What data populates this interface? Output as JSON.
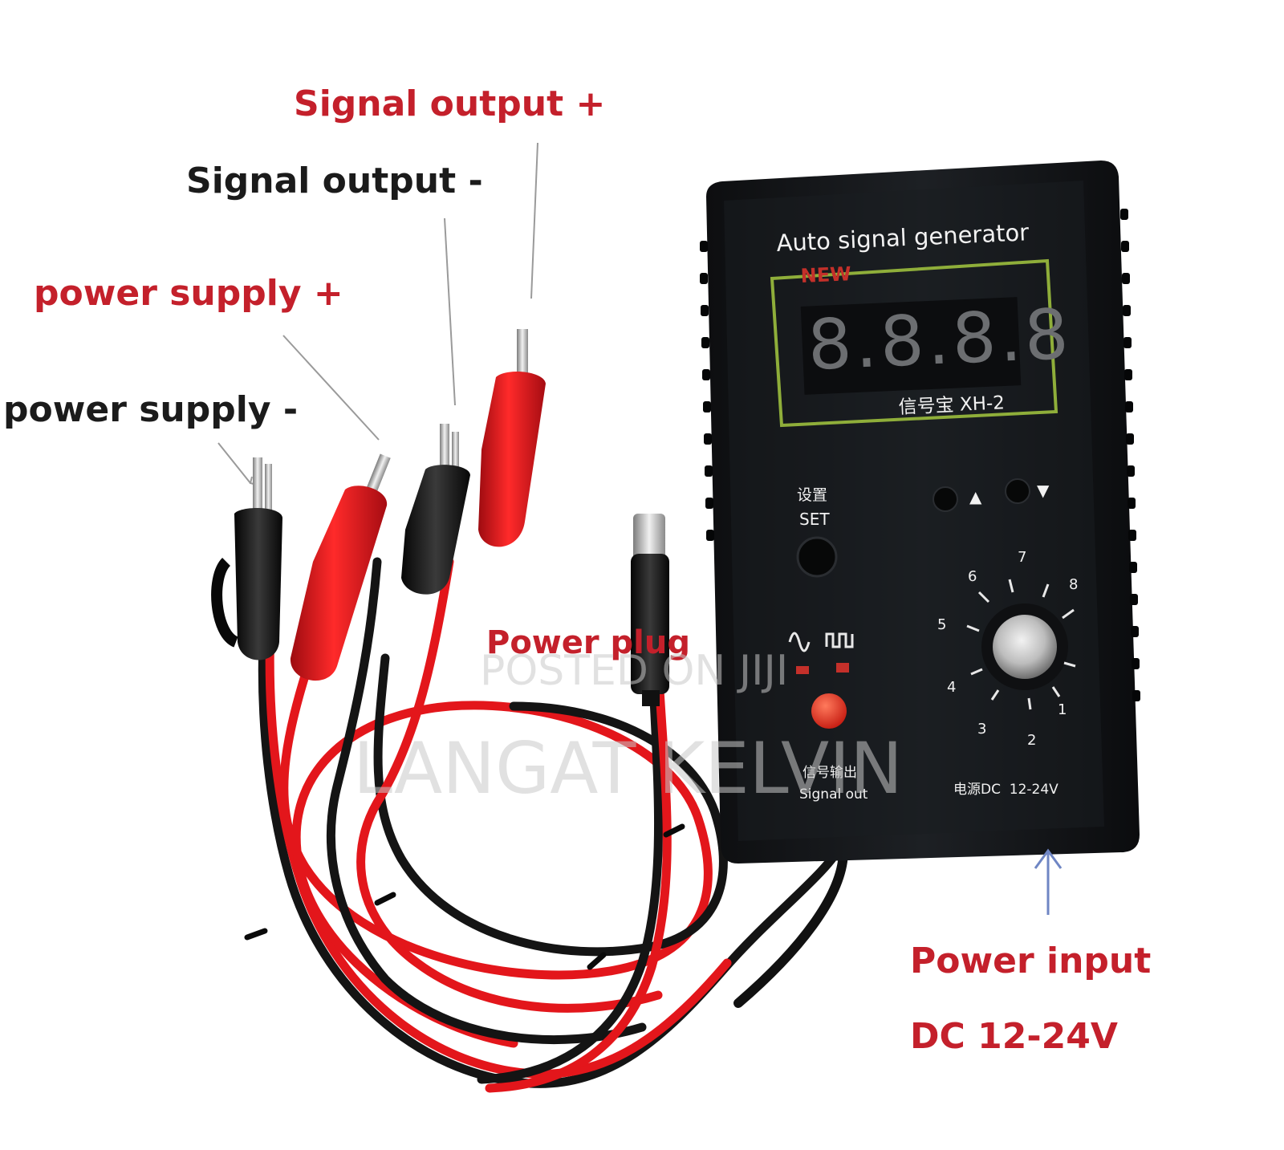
{
  "callouts": {
    "signal_out_plus": "Signal output +",
    "signal_out_minus": "Signal output -",
    "power_supply_plus": "power supply +",
    "power_supply_minus": "power supply -",
    "power_plug": "Power plug",
    "power_input": "Power input",
    "power_input_voltage": "DC 12-24V"
  },
  "device": {
    "title": "Auto signal generator",
    "badge": "NEW",
    "display_value": "8.8.8.8",
    "model": "信号宝 XH-2",
    "set_label_cn": "设置",
    "set_label": "SET",
    "up_symbol": "▲",
    "down_symbol": "▼",
    "signal_out_label_cn": "信号输出",
    "signal_out_label": "Signal out",
    "power_label": "电源DC  12-24V",
    "dial_numbers": [
      "1",
      "2",
      "3",
      "4",
      "5",
      "6",
      "7",
      "8"
    ]
  },
  "watermark": {
    "line1": "POSTED ON JIJI",
    "line2": "LANGAT KELVIN"
  },
  "colors": {
    "callout_red": "#c4202b",
    "callout_black": "#1b1b1b",
    "device_body": "#16181b",
    "display_frame": "#8fae3a",
    "cable_red": "#e3161b",
    "cable_black": "#141414",
    "button_red": "#e02a1c"
  }
}
